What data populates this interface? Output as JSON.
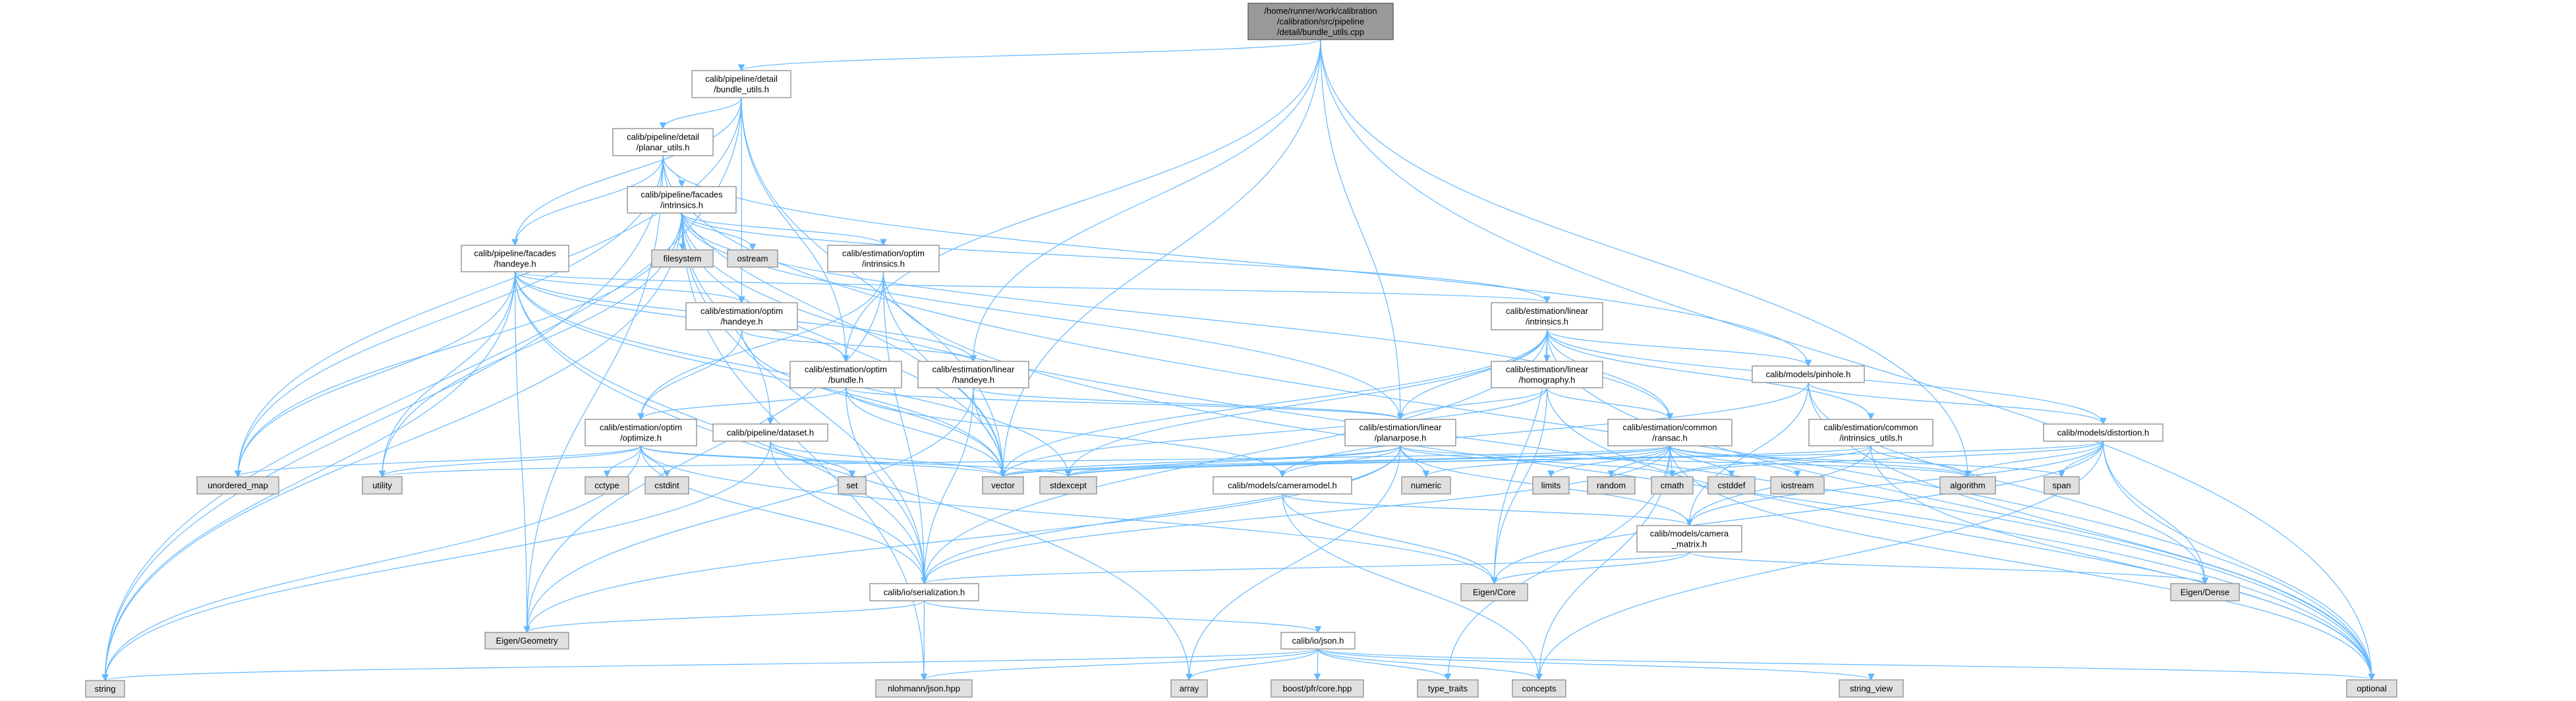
{
  "title": "/home/runner/work/calibration/calibration/src/pipeline/detail/bundle_utils.cpp",
  "colors": {
    "edge": "#63b8ff",
    "root_fill": "#999999",
    "project_fill": "#ffffff",
    "system_fill": "#e0e0e0",
    "border": "#999999"
  },
  "nodes": {
    "root": {
      "kind": "root",
      "lines": [
        "/home/runner/work/calibration",
        "/calibration/src/pipeline",
        "/detail/bundle_utils.cpp"
      ]
    },
    "bundle_utils": {
      "kind": "project",
      "lines": [
        "calib/pipeline/detail",
        "/bundle_utils.h"
      ]
    },
    "planar_utils": {
      "kind": "project",
      "lines": [
        "calib/pipeline/detail",
        "/planar_utils.h"
      ]
    },
    "facades_intrinsics": {
      "kind": "project",
      "lines": [
        "calib/pipeline/facades",
        "/intrinsics.h"
      ]
    },
    "facades_handeye": {
      "kind": "project",
      "lines": [
        "calib/pipeline/facades",
        "/handeye.h"
      ]
    },
    "filesystem": {
      "kind": "system",
      "lines": [
        "filesystem"
      ]
    },
    "ostream": {
      "kind": "system",
      "lines": [
        "ostream"
      ]
    },
    "optim_intrinsics": {
      "kind": "project",
      "lines": [
        "calib/estimation/optim",
        "/intrinsics.h"
      ]
    },
    "optim_handeye": {
      "kind": "project",
      "lines": [
        "calib/estimation/optim",
        "/handeye.h"
      ]
    },
    "linear_intrinsics": {
      "kind": "project",
      "lines": [
        "calib/estimation/linear",
        "/intrinsics.h"
      ]
    },
    "optim_bundle": {
      "kind": "project",
      "lines": [
        "calib/estimation/optim",
        "/bundle.h"
      ]
    },
    "linear_handeye": {
      "kind": "project",
      "lines": [
        "calib/estimation/linear",
        "/handeye.h"
      ]
    },
    "homography": {
      "kind": "project",
      "lines": [
        "calib/estimation/linear",
        "/homography.h"
      ]
    },
    "pinhole": {
      "kind": "project",
      "lines": [
        "calib/models/pinhole.h"
      ]
    },
    "optimize": {
      "kind": "project",
      "lines": [
        "calib/estimation/optim",
        "/optimize.h"
      ]
    },
    "dataset": {
      "kind": "project",
      "lines": [
        "calib/pipeline/dataset.h"
      ]
    },
    "planarpose": {
      "kind": "project",
      "lines": [
        "calib/estimation/linear",
        "/planarpose.h"
      ]
    },
    "ransac": {
      "kind": "project",
      "lines": [
        "calib/estimation/common",
        "/ransac.h"
      ]
    },
    "intrinsics_utils": {
      "kind": "project",
      "lines": [
        "calib/estimation/common",
        "/intrinsics_utils.h"
      ]
    },
    "distortion": {
      "kind": "project",
      "lines": [
        "calib/models/distortion.h"
      ]
    },
    "unordered_map": {
      "kind": "system",
      "lines": [
        "unordered_map"
      ]
    },
    "utility": {
      "kind": "system",
      "lines": [
        "utility"
      ]
    },
    "cctype": {
      "kind": "system",
      "lines": [
        "cctype"
      ]
    },
    "cstdint": {
      "kind": "system",
      "lines": [
        "cstdint"
      ]
    },
    "set": {
      "kind": "system",
      "lines": [
        "set"
      ]
    },
    "vector": {
      "kind": "system",
      "lines": [
        "vector"
      ]
    },
    "stdexcept": {
      "kind": "system",
      "lines": [
        "stdexcept"
      ]
    },
    "cameramodel": {
      "kind": "project",
      "lines": [
        "calib/models/cameramodel.h"
      ]
    },
    "numeric": {
      "kind": "system",
      "lines": [
        "numeric"
      ]
    },
    "limits": {
      "kind": "system",
      "lines": [
        "limits"
      ]
    },
    "random": {
      "kind": "system",
      "lines": [
        "random"
      ]
    },
    "cmath": {
      "kind": "system",
      "lines": [
        "cmath"
      ]
    },
    "cstddef": {
      "kind": "system",
      "lines": [
        "cstddef"
      ]
    },
    "iostream": {
      "kind": "system",
      "lines": [
        "iostream"
      ]
    },
    "algorithm": {
      "kind": "system",
      "lines": [
        "algorithm"
      ]
    },
    "span": {
      "kind": "system",
      "lines": [
        "span"
      ]
    },
    "camera_matrix": {
      "kind": "project",
      "lines": [
        "calib/models/camera",
        "_matrix.h"
      ]
    },
    "serialization": {
      "kind": "project",
      "lines": [
        "calib/io/serialization.h"
      ]
    },
    "eigen_core": {
      "kind": "system",
      "lines": [
        "Eigen/Core"
      ]
    },
    "eigen_dense": {
      "kind": "system",
      "lines": [
        "Eigen/Dense"
      ]
    },
    "eigen_geometry": {
      "kind": "system",
      "lines": [
        "Eigen/Geometry"
      ]
    },
    "json": {
      "kind": "project",
      "lines": [
        "calib/io/json.h"
      ]
    },
    "string": {
      "kind": "system",
      "lines": [
        "string"
      ]
    },
    "nlohmann": {
      "kind": "system",
      "lines": [
        "nlohmann/json.hpp"
      ]
    },
    "array": {
      "kind": "system",
      "lines": [
        "array"
      ]
    },
    "boost": {
      "kind": "system",
      "lines": [
        "boost/pfr/core.hpp"
      ]
    },
    "type_traits": {
      "kind": "system",
      "lines": [
        "type_traits"
      ]
    },
    "concepts": {
      "kind": "system",
      "lines": [
        "concepts"
      ]
    },
    "string_view": {
      "kind": "system",
      "lines": [
        "string_view"
      ]
    },
    "optional": {
      "kind": "system",
      "lines": [
        "optional"
      ]
    }
  },
  "edges": [
    [
      "root",
      "bundle_utils"
    ],
    [
      "root",
      "optim_bundle"
    ],
    [
      "root",
      "planarpose"
    ],
    [
      "root",
      "vector"
    ],
    [
      "root",
      "algorithm"
    ],
    [
      "root",
      "optional"
    ],
    [
      "root",
      "linear_handeye"
    ],
    [
      "bundle_utils",
      "planar_utils"
    ],
    [
      "bundle_utils",
      "facades_handeye"
    ],
    [
      "bundle_utils",
      "unordered_map"
    ],
    [
      "bundle_utils",
      "string"
    ],
    [
      "bundle_utils",
      "vector"
    ],
    [
      "bundle_utils",
      "optim_bundle"
    ],
    [
      "bundle_utils",
      "optim_handeye"
    ],
    [
      "planar_utils",
      "facades_intrinsics"
    ],
    [
      "planar_utils",
      "facades_handeye"
    ],
    [
      "planar_utils",
      "string"
    ],
    [
      "planar_utils",
      "unordered_map"
    ],
    [
      "planar_utils",
      "vector"
    ],
    [
      "planar_utils",
      "eigen_geometry"
    ],
    [
      "planar_utils",
      "optional"
    ],
    [
      "planar_utils",
      "pinhole"
    ],
    [
      "facades_intrinsics",
      "filesystem"
    ],
    [
      "facades_intrinsics",
      "ostream"
    ],
    [
      "facades_intrinsics",
      "optim_intrinsics"
    ],
    [
      "facades_intrinsics",
      "linear_intrinsics"
    ],
    [
      "facades_intrinsics",
      "dataset"
    ],
    [
      "facades_intrinsics",
      "serialization"
    ],
    [
      "facades_intrinsics",
      "string"
    ],
    [
      "facades_intrinsics",
      "utility"
    ],
    [
      "facades_intrinsics",
      "vector"
    ],
    [
      "facades_intrinsics",
      "unordered_map"
    ],
    [
      "facades_intrinsics",
      "nlohmann"
    ],
    [
      "facades_intrinsics",
      "planarpose"
    ],
    [
      "facades_intrinsics",
      "ransac"
    ],
    [
      "facades_intrinsics",
      "optional"
    ],
    [
      "facades_handeye",
      "optim_handeye"
    ],
    [
      "facades_handeye",
      "linear_handeye"
    ],
    [
      "facades_handeye",
      "optim_bundle"
    ],
    [
      "facades_handeye",
      "string"
    ],
    [
      "facades_handeye",
      "utility"
    ],
    [
      "facades_handeye",
      "unordered_map"
    ],
    [
      "facades_handeye",
      "eigen_geometry"
    ],
    [
      "facades_handeye",
      "serialization"
    ],
    [
      "facades_handeye",
      "vector"
    ],
    [
      "facades_handeye",
      "stdexcept"
    ],
    [
      "facades_handeye",
      "array"
    ],
    [
      "facades_handeye",
      "linear_intrinsics"
    ],
    [
      "optim_intrinsics",
      "optimize"
    ],
    [
      "optim_intrinsics",
      "vector"
    ],
    [
      "optim_intrinsics",
      "serialization"
    ],
    [
      "optim_intrinsics",
      "eigen_geometry"
    ],
    [
      "optim_intrinsics",
      "optional"
    ],
    [
      "optim_handeye",
      "optimize"
    ],
    [
      "optim_handeye",
      "linear_handeye"
    ],
    [
      "optim_handeye",
      "vector"
    ],
    [
      "optim_bundle",
      "optimize"
    ],
    [
      "optim_bundle",
      "vector"
    ],
    [
      "optim_bundle",
      "planarpose"
    ],
    [
      "optim_bundle",
      "cameramodel"
    ],
    [
      "optim_bundle",
      "serialization"
    ],
    [
      "linear_handeye",
      "planarpose"
    ],
    [
      "linear_handeye",
      "vector"
    ],
    [
      "linear_handeye",
      "eigen_geometry"
    ],
    [
      "linear_handeye",
      "serialization"
    ],
    [
      "optimize",
      "cctype"
    ],
    [
      "optimize",
      "cstdint"
    ],
    [
      "optimize",
      "string"
    ],
    [
      "optimize",
      "vector"
    ],
    [
      "optimize",
      "utility"
    ],
    [
      "optimize",
      "unordered_map"
    ],
    [
      "optimize",
      "eigen_core"
    ],
    [
      "optimize",
      "serialization"
    ],
    [
      "optimize",
      "stdexcept"
    ],
    [
      "dataset",
      "set"
    ],
    [
      "dataset",
      "vector"
    ],
    [
      "dataset",
      "string"
    ],
    [
      "dataset",
      "serialization"
    ],
    [
      "linear_intrinsics",
      "homography"
    ],
    [
      "linear_intrinsics",
      "planarpose"
    ],
    [
      "linear_intrinsics",
      "ransac"
    ],
    [
      "linear_intrinsics",
      "pinhole"
    ],
    [
      "linear_intrinsics",
      "intrinsics_utils"
    ],
    [
      "linear_intrinsics",
      "distortion"
    ],
    [
      "linear_intrinsics",
      "vector"
    ],
    [
      "linear_intrinsics",
      "optional"
    ],
    [
      "linear_intrinsics",
      "eigen_core"
    ],
    [
      "linear_intrinsics",
      "stdexcept"
    ],
    [
      "linear_intrinsics",
      "serialization"
    ],
    [
      "homography",
      "planarpose"
    ],
    [
      "homography",
      "ransac"
    ],
    [
      "homography",
      "eigen_core"
    ],
    [
      "homography",
      "optional"
    ],
    [
      "homography",
      "vector"
    ],
    [
      "pinhole",
      "distortion"
    ],
    [
      "pinhole",
      "camera_matrix"
    ],
    [
      "pinhole",
      "eigen_dense"
    ],
    [
      "pinhole",
      "optional"
    ],
    [
      "pinhole",
      "cameramodel"
    ],
    [
      "planarpose",
      "cameramodel"
    ],
    [
      "planarpose",
      "numeric"
    ],
    [
      "planarpose",
      "cmath"
    ],
    [
      "planarpose",
      "vector"
    ],
    [
      "planarpose",
      "stdexcept"
    ],
    [
      "planarpose",
      "eigen_geometry"
    ],
    [
      "planarpose",
      "serialization"
    ],
    [
      "planarpose",
      "algorithm"
    ],
    [
      "planarpose",
      "camera_matrix"
    ],
    [
      "planarpose",
      "array"
    ],
    [
      "ransac",
      "limits"
    ],
    [
      "ransac",
      "random"
    ],
    [
      "ransac",
      "cmath"
    ],
    [
      "ransac",
      "cstddef"
    ],
    [
      "ransac",
      "iostream"
    ],
    [
      "ransac",
      "algorithm"
    ],
    [
      "ransac",
      "numeric"
    ],
    [
      "ransac",
      "vector"
    ],
    [
      "ransac",
      "utility"
    ],
    [
      "ransac",
      "stdexcept"
    ],
    [
      "ransac",
      "optional"
    ],
    [
      "ransac",
      "concepts"
    ],
    [
      "ransac",
      "type_traits"
    ],
    [
      "ransac",
      "span"
    ],
    [
      "ransac",
      "serialization"
    ],
    [
      "intrinsics_utils",
      "algorithm"
    ],
    [
      "intrinsics_utils",
      "cmath"
    ],
    [
      "intrinsics_utils",
      "camera_matrix"
    ],
    [
      "intrinsics_utils",
      "optional"
    ],
    [
      "intrinsics_utils",
      "vector"
    ],
    [
      "distortion",
      "algorithm"
    ],
    [
      "distortion",
      "span"
    ],
    [
      "distortion",
      "camera_matrix"
    ],
    [
      "distortion",
      "eigen_core"
    ],
    [
      "distortion",
      "eigen_dense"
    ],
    [
      "distortion",
      "optional"
    ],
    [
      "distortion",
      "concepts"
    ],
    [
      "distortion",
      "stdexcept"
    ],
    [
      "distortion",
      "cmath"
    ],
    [
      "cameramodel",
      "camera_matrix"
    ],
    [
      "cameramodel",
      "eigen_core"
    ],
    [
      "cameramodel",
      "concepts"
    ],
    [
      "camera_matrix",
      "eigen_core"
    ],
    [
      "camera_matrix",
      "eigen_dense"
    ],
    [
      "camera_matrix",
      "serialization"
    ],
    [
      "serialization",
      "json"
    ],
    [
      "serialization",
      "nlohmann"
    ],
    [
      "serialization",
      "eigen_geometry"
    ],
    [
      "json",
      "nlohmann"
    ],
    [
      "json",
      "array"
    ],
    [
      "json",
      "boost"
    ],
    [
      "json",
      "type_traits"
    ],
    [
      "json",
      "concepts"
    ],
    [
      "json",
      "string_view"
    ],
    [
      "json",
      "optional"
    ],
    [
      "json",
      "string"
    ]
  ]
}
